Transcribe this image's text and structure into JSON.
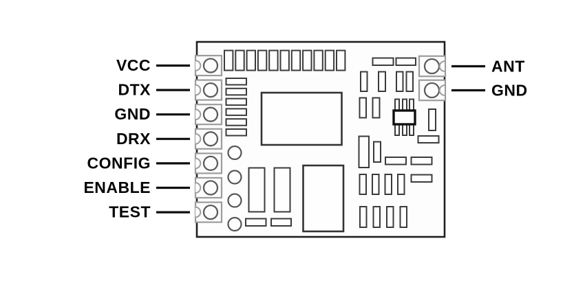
{
  "diagram": {
    "pins": {
      "left": [
        "VCC",
        "DTX",
        "GND",
        "DRX",
        "CONFIG",
        "ENABLE",
        "TEST"
      ],
      "right": [
        "ANT",
        "GND"
      ]
    },
    "colors": {
      "background": "#ffffff",
      "ink": "#0d0d0d",
      "board_outline": "#1f1f1f",
      "component_outline": "#3a3a3a",
      "pad_outline": "#9c9c9c",
      "pad_ring": "#5c5c5c"
    }
  }
}
